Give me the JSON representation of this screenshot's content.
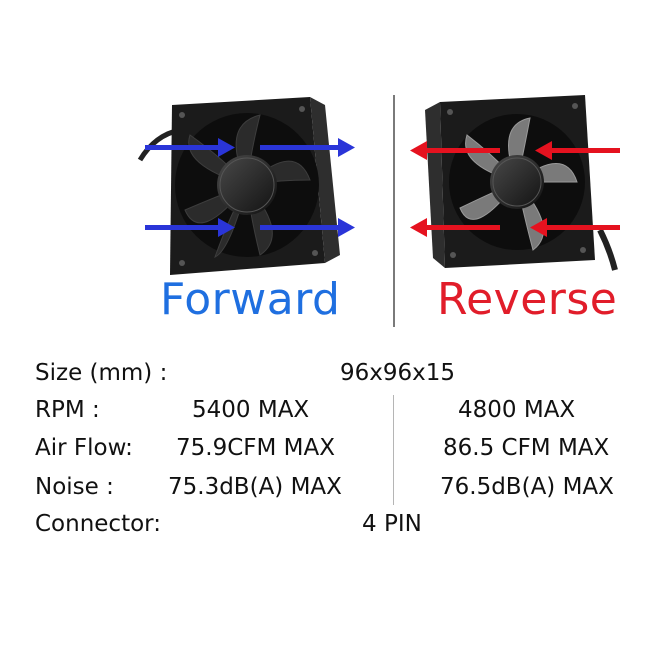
{
  "colors": {
    "forward": "#1f6fe0",
    "reverse": "#e11d2a",
    "arrow_forward": "#2a35d8",
    "arrow_reverse": "#e5121f"
  },
  "labels": {
    "forward": "Forward",
    "reverse": "Reverse"
  },
  "specs": {
    "size": {
      "label": "Size (mm) :",
      "value": "96x96x15"
    },
    "rpm": {
      "label": "RPM :",
      "forward": "5400  MAX",
      "reverse": "4800  MAX"
    },
    "airflow": {
      "label": "Air Flow:",
      "forward": "75.9CFM  MAX",
      "reverse": "86.5 CFM  MAX"
    },
    "noise": {
      "label": "Noise :",
      "forward": "75.3dB(A)  MAX",
      "reverse": "76.5dB(A)  MAX"
    },
    "connector": {
      "label": "Connector:",
      "value": "4 PIN"
    }
  }
}
